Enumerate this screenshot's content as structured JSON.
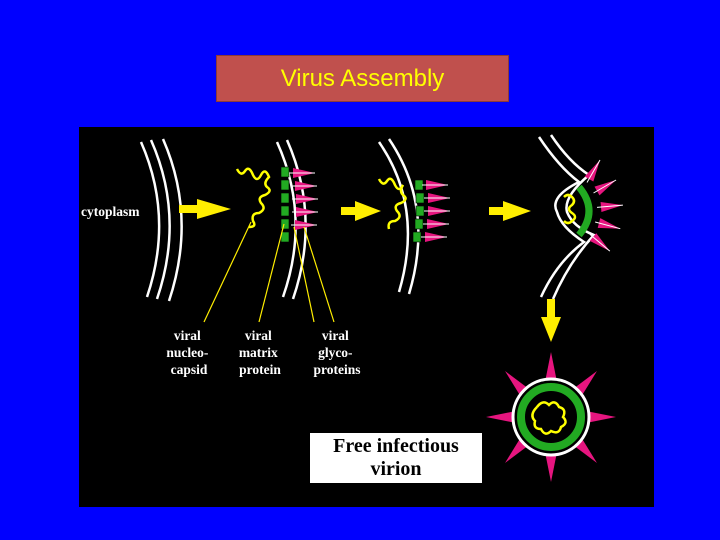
{
  "title": "Virus Assembly",
  "labels": {
    "cytoplasm": "cytoplasm",
    "nucleocapsid": [
      "viral",
      "nucleo-",
      "capsid"
    ],
    "matrix": [
      "viral",
      "matrix",
      "protein"
    ],
    "glyco": [
      "viral",
      "glyco-",
      "proteins"
    ],
    "virion": [
      "Free infectious",
      "virion"
    ]
  },
  "colors": {
    "background": "#0000ff",
    "title_fill": "#c0504d",
    "title_text": "#ffff00",
    "panel": "#000000",
    "membrane": "#ffffff",
    "arrow": "#ffee00",
    "nucleocapsid": "#ffff00",
    "matrix_protein": "#22aa22",
    "glycoprotein": "#e6157f"
  }
}
